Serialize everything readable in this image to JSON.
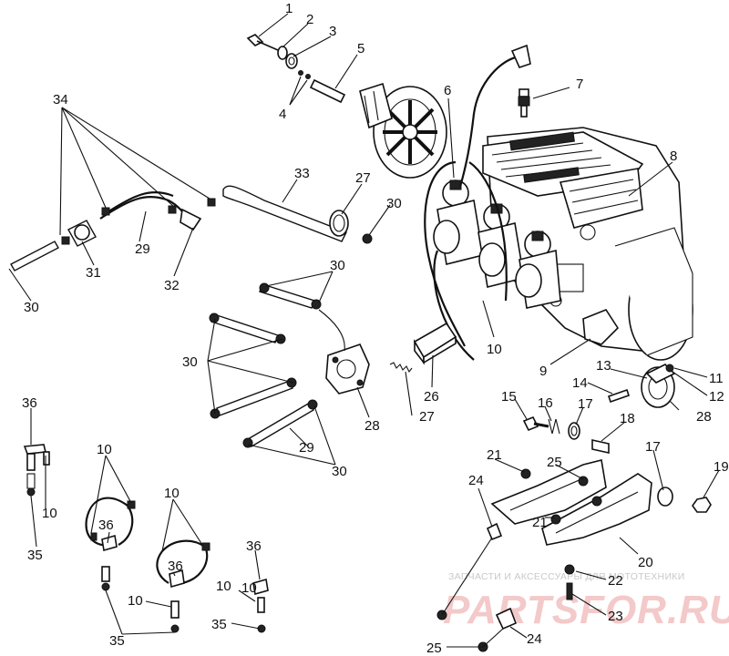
{
  "callouts": {
    "c1": "1",
    "c2": "2",
    "c3": "3",
    "c4": "4",
    "c5": "5",
    "c6": "6",
    "c7": "7",
    "c8": "8",
    "c9": "9",
    "c10a": "10",
    "c10b": "10",
    "c10c": "10",
    "c10d": "10",
    "c10e": "10",
    "c10f": "10",
    "c10g": "10",
    "c11": "11",
    "c12": "12",
    "c13": "13",
    "c14": "14",
    "c15": "15",
    "c16": "16",
    "c17a": "17",
    "c17b": "17",
    "c18": "18",
    "c19": "19",
    "c20": "20",
    "c21a": "21",
    "c21b": "21",
    "c22": "22",
    "c23": "23",
    "c24a": "24",
    "c24b": "24",
    "c25a": "25",
    "c25b": "25",
    "c26": "26",
    "c27a": "27",
    "c27b": "27",
    "c28a": "28",
    "c28b": "28",
    "c29a": "29",
    "c29b": "29",
    "c30a": "30",
    "c30b": "30",
    "c30c": "30",
    "c30d": "30",
    "c30e": "30",
    "c31": "31",
    "c32": "32",
    "c33": "33",
    "c34": "34",
    "c35a": "35",
    "c35b": "35",
    "c35c": "35",
    "c36a": "36",
    "c36b": "36",
    "c36c": "36",
    "c36d": "36"
  },
  "watermark": {
    "subtitle": "ЗАПЧАСТИ И АКСЕССУАРЫ ДЛЯ МОТОТЕХНИКИ",
    "logo_text": "PARTSFOR.RU",
    "color": "#e05050"
  }
}
